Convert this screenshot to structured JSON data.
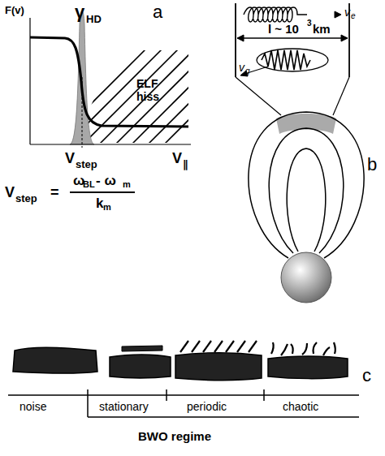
{
  "diagram": {
    "labels": [
      "F(v)",
      "γ",
      "HD",
      "a",
      "ELF",
      "hiss",
      "V",
      "step",
      "V",
      "∥",
      "V",
      "step",
      "=",
      "ω",
      "BL",
      "- ω",
      "m",
      "k",
      "m",
      "l ~ 10",
      "3",
      "km",
      "v",
      "e",
      "v",
      "g",
      "b",
      "c",
      "noise",
      "stationary",
      "periodic",
      "chaotic",
      "BWO regime"
    ]
  }
}
